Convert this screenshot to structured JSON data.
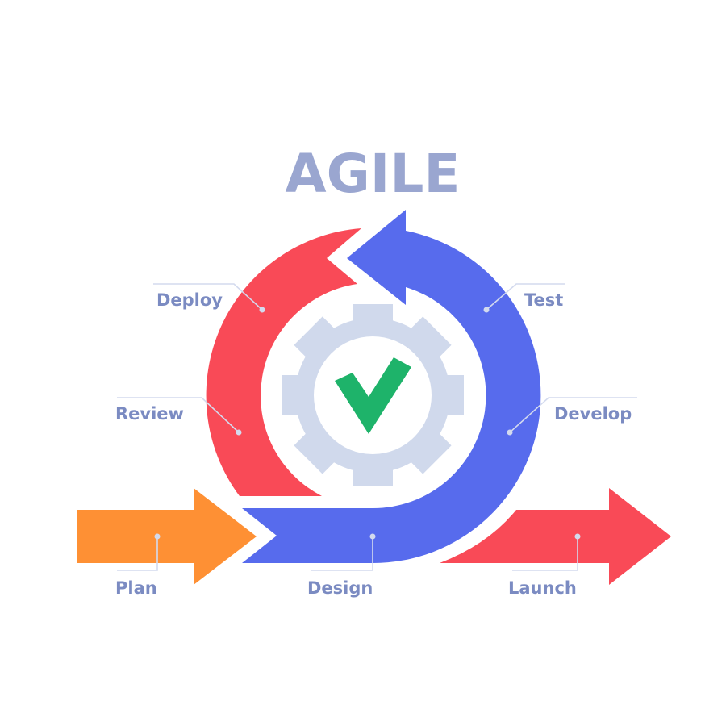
{
  "title": "AGILE",
  "stages": {
    "plan": "Plan",
    "design": "Design",
    "develop": "Develop",
    "test": "Test",
    "deploy": "Deploy",
    "review": "Review",
    "launch": "Launch"
  },
  "icons": {
    "center": "gear-check-icon"
  },
  "colors": {
    "title": "#9aa6d0",
    "label": "#7b8bc2",
    "blue": "#576bed",
    "red": "#f94a57",
    "orange": "#fe9034",
    "gear": "#d0d9ec",
    "check": "#1eb36a"
  }
}
